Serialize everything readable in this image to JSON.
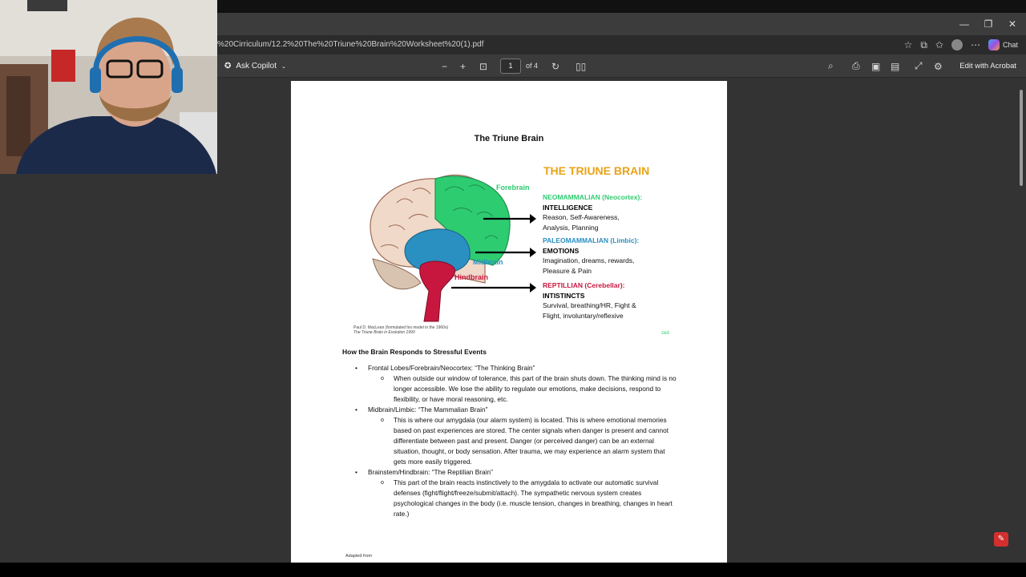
{
  "browser": {
    "url": "%20Cirriculum/12.2%20The%20Triune%20Brain%20Worksheet%20(1).pdf",
    "chat_label": "Chat",
    "minimize": "—",
    "maximize": "❐",
    "close": "✕"
  },
  "pdf_toolbar": {
    "copilot_label": "Ask Copilot",
    "page_current": "1",
    "page_total": "of 4",
    "edit_label": "Edit with Acrobat"
  },
  "document": {
    "title": "The Triune Brain",
    "diagram_title": "THE TRIUNE BRAIN",
    "regions": {
      "forebrain": "Forebrain",
      "midbrain": "Midbrain",
      "hindbrain": "Hindbrain"
    },
    "tiers": [
      {
        "heading": "NEOMAMMALIAN (Neocortex):",
        "sub": "INTELLIGENCE",
        "line1": "Reason, Self-Awareness,",
        "line2": "Analysis, Planning"
      },
      {
        "heading": "PALEOMAMMALIAN (Limbic):",
        "sub": "EMOTIONS",
        "line1": "Imagination, dreams, rewards,",
        "line2": "Pleasure & Pain"
      },
      {
        "heading": "REPTILLIAN (Cerebellar):",
        "sub": "INTISTINCTS",
        "line1": "Survival, breathing/HR, Fight &",
        "line2": "Flight, involuntary/reflexive"
      }
    ],
    "credit_line1": "Paul D. MacLean (formulated his model in the 1960s)",
    "credit_line2": "The Triune Brain in Evolution 1990",
    "stamp": "zed",
    "section_heading": "How the Brain Responds to Stressful Events",
    "bullets": [
      {
        "label": "Frontal Lobes/Forebrain/Neocortex: “The Thinking Brain”",
        "sub": "When outside our window of tolerance, this part of the brain shuts down. The thinking mind is no longer accessible. We lose the ability to regulate our emotions, make decisions, respond to flexibility, or have moral reasoning, etc."
      },
      {
        "label": "Midbrain/Limbic: “The Mammalian Brain”",
        "sub": "This is where our amygdala (our alarm system) is located. This is where emotional memories based on past experiences are stored. The center signals when danger is present and cannot differentiate between past and present. Danger (or perceived danger) can be an external situation, thought, or body sensation. After trauma, we may experience an alarm system that gets more easily triggered."
      },
      {
        "label": "Brainstem/Hindbrain: “The Reptilian Brain”",
        "sub": "This part of the brain reacts instinctively to the amygdala to activate our automatic survival defenses (fight/flight/freeze/submit/attach). The sympathetic nervous system creates psychological changes in the body (i.e. muscle tension, changes in breathing, changes in heart rate.)"
      }
    ],
    "adapted": "Adapted from"
  },
  "colors": {
    "forebrain": "#2ecc71",
    "limbic": "#2a8fc1",
    "hindbrain": "#c8173f",
    "title_gold": "#e8a317"
  }
}
